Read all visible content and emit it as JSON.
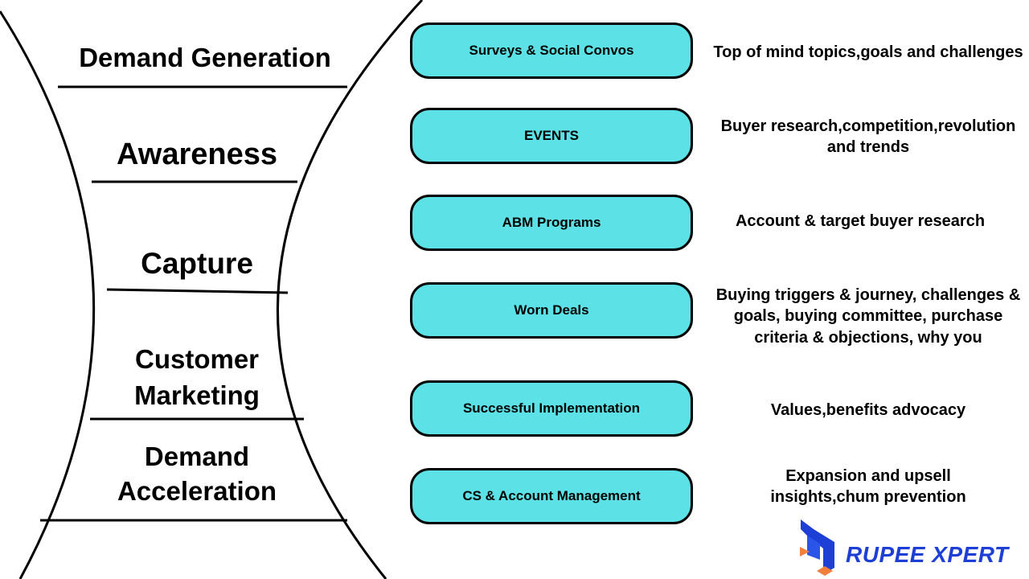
{
  "stages": [
    {
      "label": "Demand Generation"
    },
    {
      "label": "Awareness"
    },
    {
      "label": "Capture"
    },
    {
      "label": "Customer\nMarketing"
    },
    {
      "label": "Demand\nAcceleration"
    }
  ],
  "sources": [
    {
      "label": "Surveys & Social Convos",
      "description": "Top of mind topics,goals and challenges"
    },
    {
      "label": "EVENTS",
      "description": "Buyer research,competition,revolution\nand trends"
    },
    {
      "label": "ABM Programs",
      "description": "Account & target buyer research"
    },
    {
      "label": "Worn Deals",
      "description": "Buying triggers & journey, challenges &\ngoals, buying committee, purchase\ncriteria & objections, why you"
    },
    {
      "label": "Successful Implementation",
      "description": "Values,benefits advocacy"
    },
    {
      "label": "CS & Account Management",
      "description": "Expansion and upsell\ninsights,chum prevention"
    }
  ],
  "logo": {
    "text": "RUPEE XPERT"
  },
  "colors": {
    "pill_fill": "#5ce1e6",
    "logo_blue": "#1d3fd6",
    "logo_orange": "#f07f3c"
  }
}
